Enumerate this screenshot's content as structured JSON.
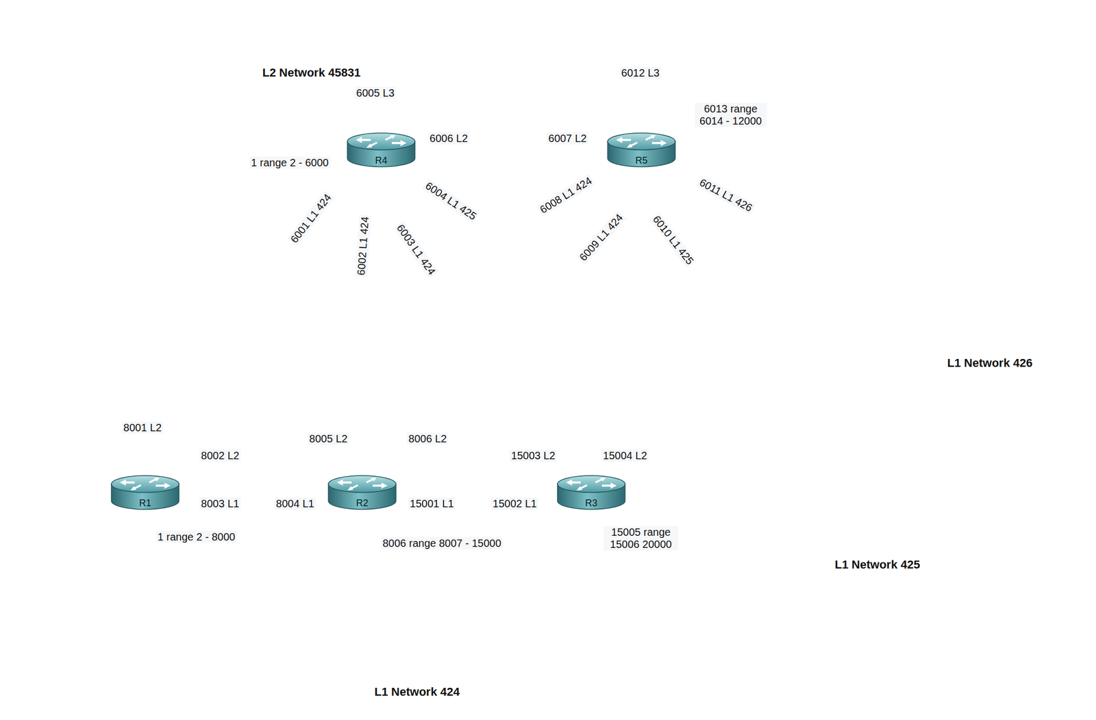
{
  "diagram": {
    "nodes": [
      {
        "text": [
          "L2 Network 45831"
        ]
      },
      {
        "text": [
          "R4"
        ],
        "in": 0
      },
      {
        "text": [
          "R5"
        ],
        "in": 0
      },
      {
        "text": [
          "L1 Network 426"
        ]
      },
      {
        "text": [
          "L1 Network 425"
        ]
      },
      {
        "text": [
          "L1 Network 424"
        ]
      },
      {
        "text": [
          "R1"
        ],
        "in": 5
      },
      {
        "text": [
          "R2"
        ],
        "in": 5
      },
      {
        "text": [
          "R3"
        ],
        "in": 5
      }
    ],
    "edges": [
      {
        "from": 1,
        "to": 2,
        "arrow": "none"
      },
      {
        "from": 1,
        "to": 6,
        "arrow": "none"
      },
      {
        "from": 1,
        "to": 7,
        "arrow": "none"
      },
      {
        "from": 1,
        "to": 8,
        "arrow": "none"
      },
      {
        "from": 1,
        "to": 4,
        "arrow": "none"
      },
      {
        "from": 2,
        "to": 6,
        "arrow": "none"
      },
      {
        "from": 2,
        "to": 7,
        "arrow": "none"
      },
      {
        "from": 2,
        "to": 4,
        "arrow": "none"
      },
      {
        "from": 2,
        "to": 3,
        "arrow": "none"
      },
      {
        "from": 6,
        "to": 7,
        "arrow": "none"
      },
      {
        "from": 7,
        "to": 8,
        "arrow": "none"
      }
    ],
    "labels": [
      "6005 L3",
      "6012 L3",
      "6013 range 6014 - 12000",
      "1 range 2 - 6000",
      "6006 L2",
      "6007 L2",
      "6001 L1 424",
      "6002 L1 424",
      "6003 L1 424",
      "6004 L1 425",
      "6008 L1 424",
      "6009 L1 424",
      "6010 L1 425",
      "6011 L1 426",
      "8001 L2",
      "8002 L2",
      "8005 L2",
      "8006 L2",
      "15003 L2",
      "15004 L2",
      "8003 L1",
      "8004 L1",
      "15001 L1",
      "15002 L1",
      "1 range 2 - 8000",
      "8006 range 8007 - 15000",
      "15005 range 15006 20000"
    ]
  }
}
